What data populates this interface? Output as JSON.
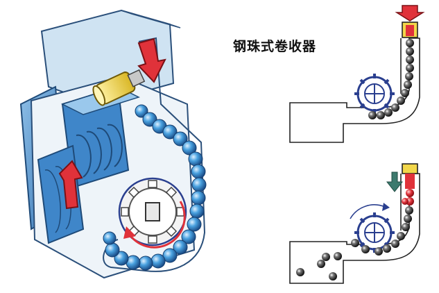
{
  "title": "钢珠式卷收器",
  "colors": {
    "housing_blue": "#3f86c9",
    "housing_light": "#cfe3f2",
    "ball_blue": "#4aa2e0",
    "ball_outline": "#1b4f8a",
    "arrow_red": "#e0323a",
    "piston_yellow": "#f2d74a",
    "gear_outline": "#2a3f8f",
    "gas_arrow_green": "#3d7a6e",
    "line_dark": "#222222"
  },
  "panels": [
    "isometric-cutaway",
    "schematic-idle",
    "schematic-activated"
  ]
}
